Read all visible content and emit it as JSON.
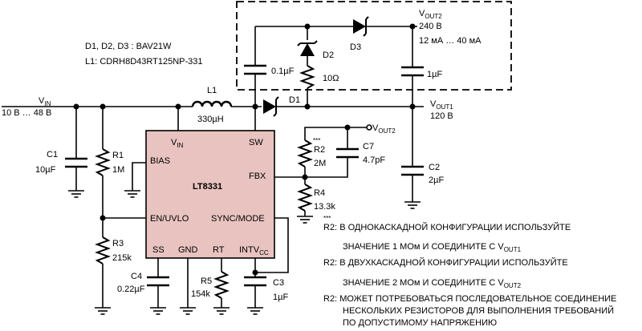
{
  "parts_list": {
    "diodes": "D1, D2, D3 : BAV21W",
    "inductor": "L1: CDRH8D43RT125NP-331"
  },
  "vin": {
    "name": "V",
    "sub": "IN",
    "range": "10 В … 48 В"
  },
  "vout1": {
    "name": "V",
    "sub": "OUT1",
    "value": "120 В"
  },
  "vout2": {
    "name": "V",
    "sub": "OUT2",
    "value": "240 В",
    "current": "12 мА … 40 мА"
  },
  "vout2_fb": {
    "name": "V",
    "sub": "OUT2"
  },
  "ic": {
    "name": "LT8331",
    "pins": {
      "vin": "V",
      "vin_sub": "IN",
      "sw": "SW",
      "bias": "BIAS",
      "fbx": "FBX",
      "en": "EN/UVLO",
      "sync": "SYNC/MODE",
      "ss": "SS",
      "gnd": "GND",
      "rt": "RT",
      "intv": "INTV",
      "intv_sub": "CC"
    }
  },
  "components": {
    "L1": {
      "ref": "L1",
      "value": "330µH"
    },
    "D1": {
      "ref": "D1"
    },
    "D2": {
      "ref": "D2"
    },
    "D3": {
      "ref": "D3"
    },
    "C1": {
      "ref": "C1",
      "value": "10µF"
    },
    "C2": {
      "ref": "C2",
      "value": "2µF"
    },
    "C3": {
      "ref": "C3",
      "value": "1µF"
    },
    "C4": {
      "ref": "C4",
      "value": "0.22µF"
    },
    "C7": {
      "ref": "C7",
      "value": "4.7pF"
    },
    "C_fly": {
      "value": "0.1µF"
    },
    "C_out2": {
      "value": "1µF"
    },
    "R1": {
      "ref": "R1",
      "value": "1M"
    },
    "R2": {
      "ref": "R2",
      "value": "2M",
      "mark": "***"
    },
    "R3": {
      "ref": "R3",
      "value": "215k"
    },
    "R4": {
      "ref": "R4",
      "value": "13.3k"
    },
    "R5": {
      "ref": "R5",
      "value": "154k"
    },
    "R_d2": {
      "value": "10Ω"
    }
  },
  "notes": {
    "mark": "***",
    "n1_prefix": "R2:",
    "n1_line1": "В ОДНОКАСКАДНОЙ КОНФИГУРАЦИИ ИСПОЛЬЗУЙТЕ",
    "n1_line2_a": "ЗНАЧЕНИЕ 1 МОм И СОЕДИНИТЕ С V",
    "n1_line2_sub": "OUT1",
    "n2_prefix": "R2:",
    "n2_line1": "В ДВУХКАСКАДНОЙ КОНФИГУРАЦИИ ИСПОЛЬЗУЙТЕ",
    "n2_line2_a": "ЗНАЧЕНИЕ 2 МОм И СОЕДИНИТЕ С V",
    "n2_line2_sub": "OUT2",
    "n3_prefix": "R2:",
    "n3_line1": "МОЖЕТ ПОТРЕБОВАТЬСЯ ПОСЛЕДОВАТЕЛЬНОЕ СОЕДИНЕНИЕ",
    "n3_line2": "НЕСКОЛЬКИХ РЕЗИСТОРОВ ДЛЯ ВЫПОЛНЕНИЯ ТРЕБОВАНИЙ",
    "n3_line3": "ПО ДОПУСТИМОМУ НАПРЯЖЕНИЮ"
  },
  "colors": {
    "ic_fill": "#e8c3c0",
    "ink": "#000000"
  }
}
